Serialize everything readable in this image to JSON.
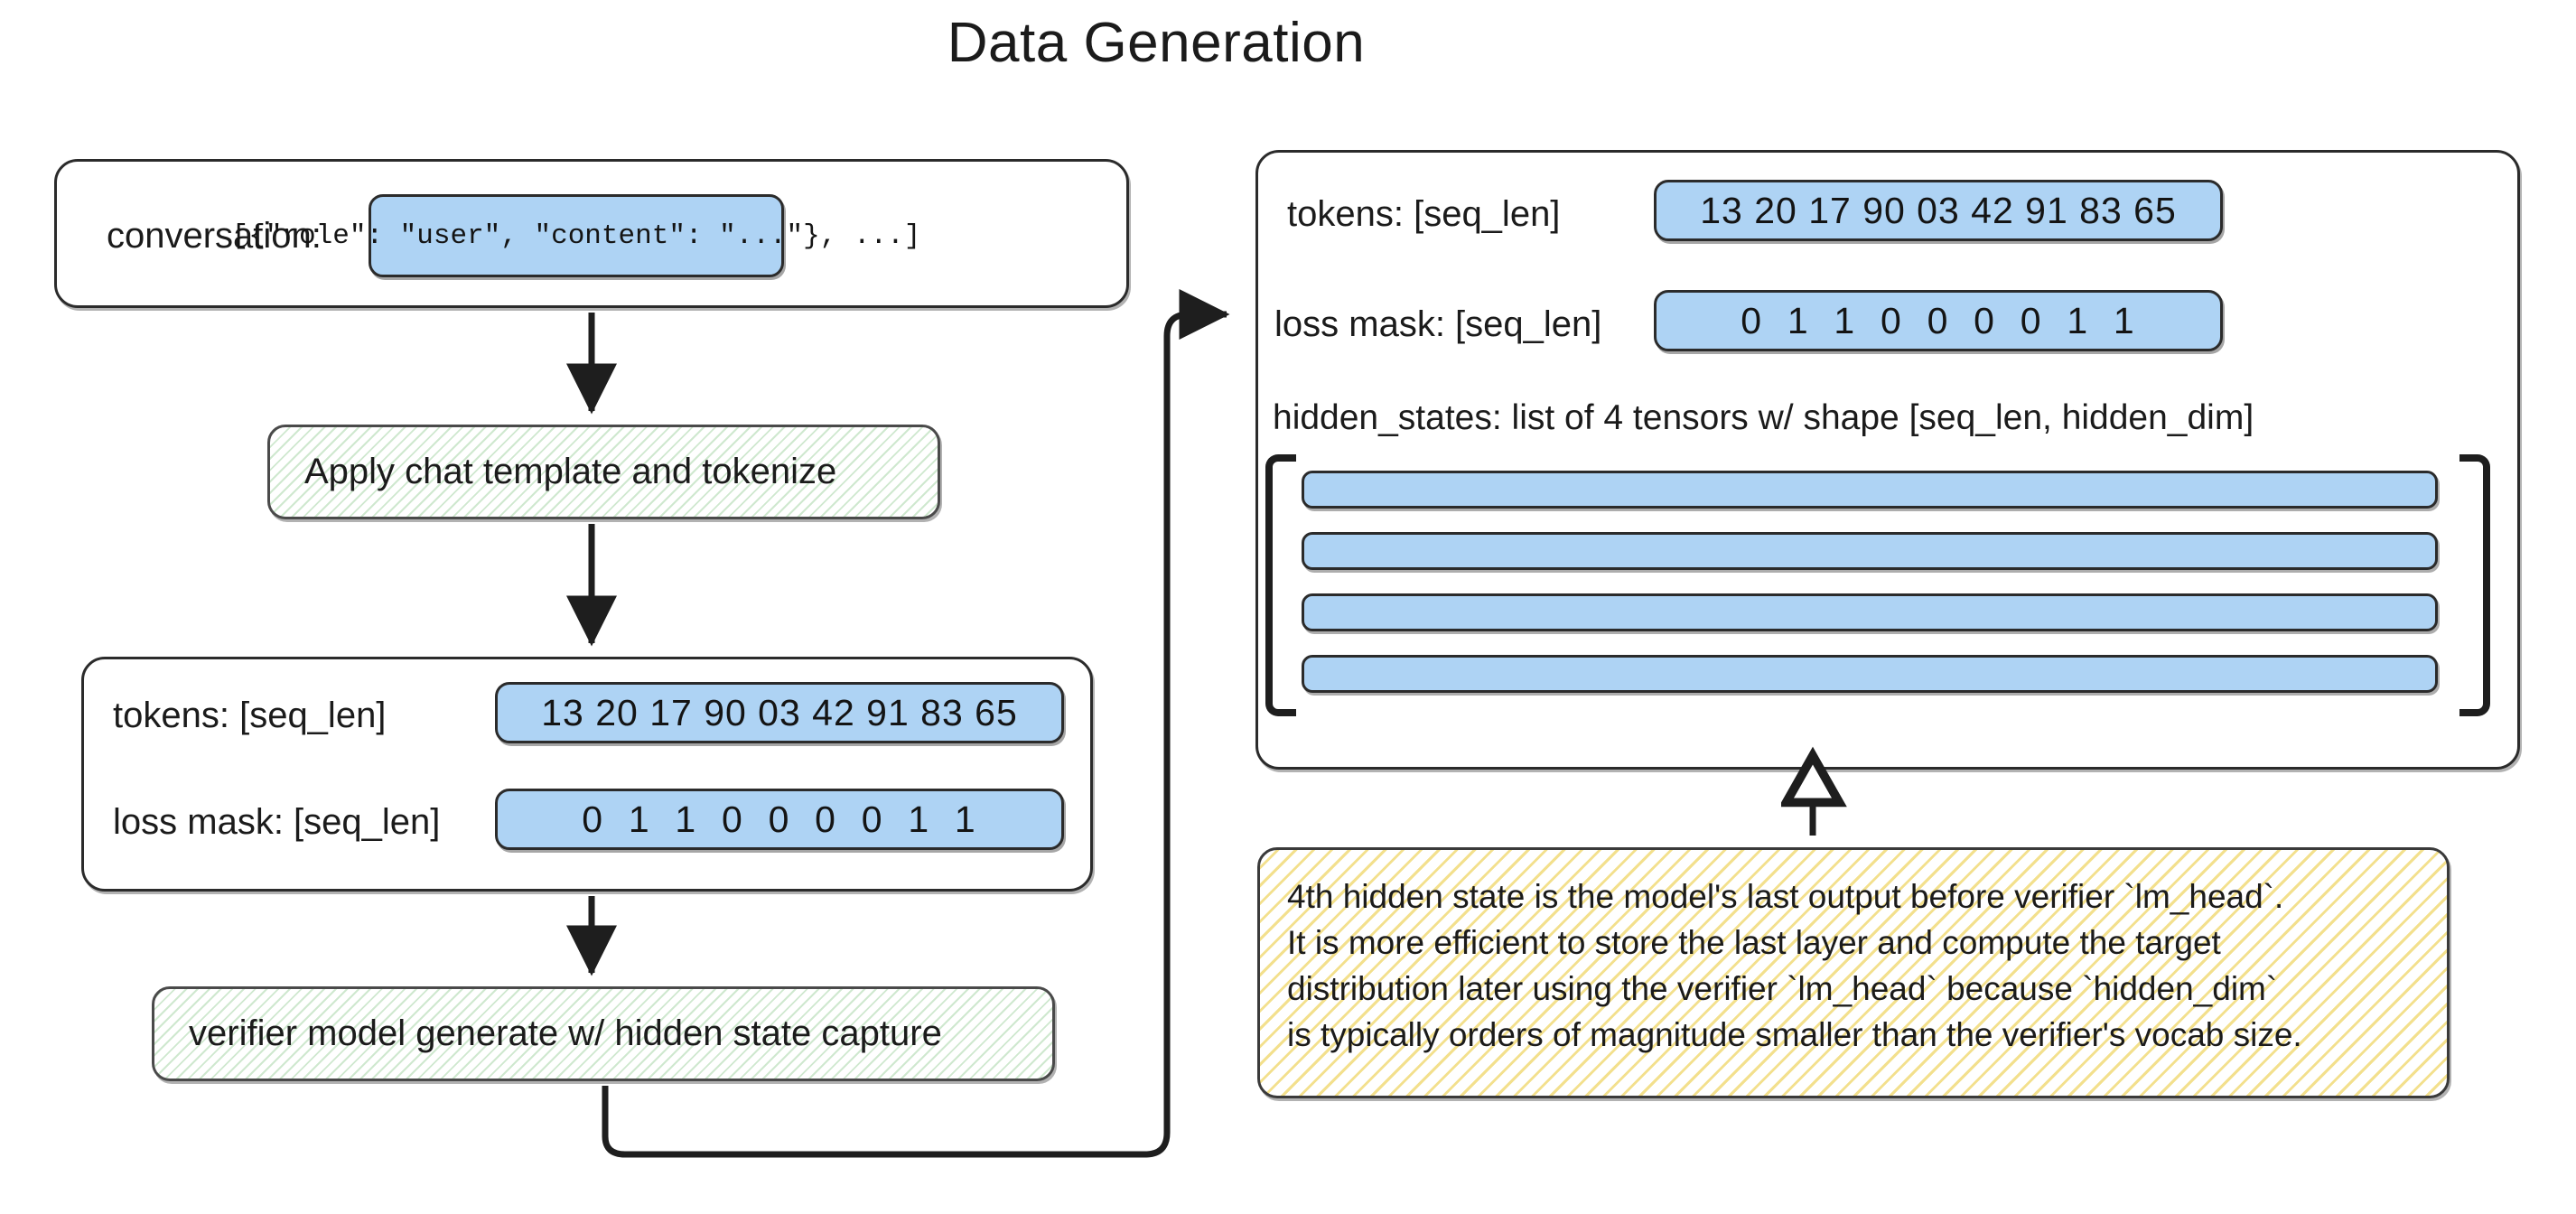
{
  "title": "Data Generation",
  "left_panel": {
    "input_box": {
      "label": "conversation:",
      "value": "[{\"role\": \"user\", \"content\": \"...\"}, ...]"
    },
    "process_1": "Apply chat template and tokenize",
    "tokens_box": {
      "tokens_label": "tokens: [seq_len]",
      "tokens_value": "13 20 17 90 03 42 91 83 65",
      "loss_mask_label": "loss mask: [seq_len]",
      "loss_mask_value": "0  1  1  0  0  0  0  1  1"
    },
    "process_2": "verifier model generate w/ hidden state capture"
  },
  "right_panel": {
    "tokens_label": "tokens: [seq_len]",
    "tokens_value": "13 20 17 90 03 42 91 83 65",
    "loss_mask_label": "loss mask: [seq_len]",
    "loss_mask_value": "0  1  1  0  0  0  0  1  1",
    "hidden_states_label": "hidden_states: list of 4 tensors w/ shape [seq_len, hidden_dim]",
    "tensor_count": 4
  },
  "note": {
    "line1": "4th hidden state is the model's last output before verifier `lm_head`.",
    "line2": "It is more efficient to store the last layer and compute the target",
    "line3": "distribution later using the verifier `lm_head` because `hidden_dim`",
    "line4": "is typically orders of magnitude smaller than the verifier's vocab size."
  },
  "colors": {
    "data_chip_fill": "#aed3f4",
    "process_hatch": "#cfe8cf",
    "note_hatch": "#f3e08d",
    "stroke": "#2b2b2b",
    "text": "#1b1b1b"
  },
  "icons": {
    "flow_arrow": "down-arrow-icon",
    "hollow_arrow": "hollow-up-arrow-icon",
    "elbow_connector": "elbow-connector-icon",
    "list_bracket": "square-bracket-icon"
  }
}
